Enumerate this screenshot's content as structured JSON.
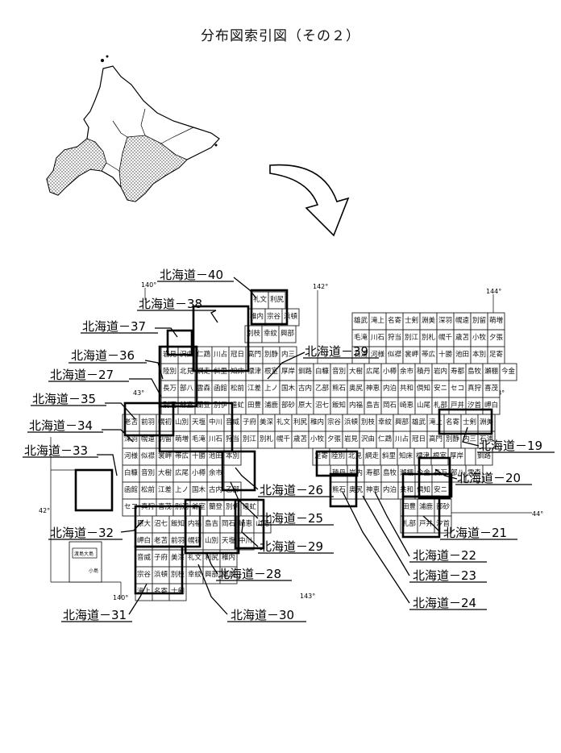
{
  "title": "分布図索引図（その２）",
  "coords": {
    "lon140_top": "140°",
    "lon142_top": "142°",
    "lon144_top": "144°",
    "lat43_left": "43°",
    "lat43_right": "43°",
    "lat42_left": "42°",
    "lat44_right": "44°",
    "lon140_bottom": "140°",
    "lon143_bottom": "143°"
  },
  "island": "渡島大島",
  "island_small": "小島",
  "sheets": [
    {
      "id": "s40",
      "label": "北海道－40"
    },
    {
      "id": "s38",
      "label": "北海道－38"
    },
    {
      "id": "s37",
      "label": "北海道－37"
    },
    {
      "id": "s36",
      "label": "北海道－36"
    },
    {
      "id": "s27",
      "label": "北海道－27"
    },
    {
      "id": "s35",
      "label": "北海道－35"
    },
    {
      "id": "s34",
      "label": "北海道－34"
    },
    {
      "id": "s33",
      "label": "北海道－33"
    },
    {
      "id": "s32",
      "label": "北海道－32"
    },
    {
      "id": "s31",
      "label": "北海道－31"
    },
    {
      "id": "s39",
      "label": "北海道－39"
    },
    {
      "id": "s26",
      "label": "北海道－26"
    },
    {
      "id": "s25",
      "label": "北海道－25"
    },
    {
      "id": "s29",
      "label": "北海道－29"
    },
    {
      "id": "s28",
      "label": "北海道－28"
    },
    {
      "id": "s30",
      "label": "北海道－30"
    },
    {
      "id": "s19",
      "label": "北海道－19"
    },
    {
      "id": "s20",
      "label": "北海道－20"
    },
    {
      "id": "s21",
      "label": "北海道－21"
    },
    {
      "id": "s22",
      "label": "北海道－22"
    },
    {
      "id": "s23",
      "label": "北海道－23"
    },
    {
      "id": "s24",
      "label": "北海道－24"
    }
  ],
  "grid_names": [
    "礼",
    "文",
    "利",
    "尻",
    "稚",
    "内",
    "宗",
    "谷",
    "浜",
    "頓",
    "別",
    "枝",
    "幸",
    "紋",
    "興",
    "部",
    "雄",
    "武",
    "滝",
    "上",
    "名",
    "寄",
    "士",
    "剣",
    "淵",
    "美",
    "深",
    "羽",
    "幌",
    "遠",
    "別",
    "留",
    "萌",
    "増",
    "毛",
    "滝",
    "川",
    "石",
    "狩",
    "当",
    "別",
    "江",
    "別",
    "札",
    "幌",
    "千",
    "歳",
    "苫",
    "小",
    "牧",
    "夕",
    "張",
    "岩",
    "見",
    "沢",
    "由",
    "仁",
    "鵡",
    "川",
    "占",
    "冠",
    "日",
    "高",
    "門",
    "別",
    "静",
    "内",
    "三",
    "石",
    "浦",
    "河",
    "様",
    "似",
    "襟",
    "裳",
    "岬",
    "帯",
    "広",
    "十",
    "勝",
    "池",
    "田",
    "本",
    "別",
    "足",
    "寄",
    "陸",
    "別",
    "北",
    "見",
    "網",
    "走",
    "斜",
    "里",
    "知",
    "床",
    "標",
    "津",
    "根",
    "室",
    "厚",
    "岸",
    "釧",
    "路",
    "白",
    "糠",
    "音",
    "別",
    "大",
    "樹",
    "広",
    "尾",
    "小",
    "樽",
    "余",
    "市",
    "積",
    "丹",
    "岩",
    "内",
    "寿",
    "都",
    "島",
    "牧",
    "瀬",
    "棚",
    "今",
    "金",
    "長",
    "万",
    "部",
    "八",
    "雲",
    "森",
    "函",
    "館",
    "松",
    "前",
    "江",
    "差",
    "上",
    "ノ",
    "国",
    "木",
    "古",
    "内",
    "乙",
    "部",
    "熊",
    "石",
    "奥",
    "尻",
    "神",
    "恵",
    "内",
    "泊",
    "共",
    "和",
    "倶",
    "知",
    "安",
    "ニ",
    "セ",
    "コ",
    "真",
    "狩",
    "喜",
    "茂",
    "別",
    "洞",
    "爺",
    "室",
    "蘭",
    "登",
    "別",
    "伊",
    "達",
    "虻",
    "田",
    "豊",
    "浦",
    "鹿",
    "部",
    "砂",
    "原",
    "大",
    "沼",
    "七",
    "飯",
    "知",
    "内",
    "福",
    "島",
    "吉",
    "岡",
    "石",
    "崎",
    "恵",
    "山",
    "尾",
    "札",
    "部",
    "戸",
    "井",
    "汐",
    "首",
    "岬",
    "白",
    "老",
    "苫",
    "前",
    "羽",
    "幌",
    "初",
    "山",
    "別",
    "天",
    "塩",
    "中",
    "川",
    "音",
    "威",
    "子",
    "府",
    "美",
    "深"
  ]
}
